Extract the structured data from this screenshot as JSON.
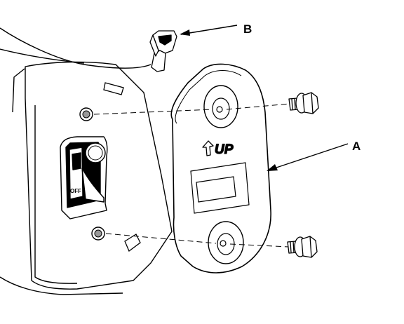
{
  "callouts": {
    "a": "A",
    "b": "B"
  },
  "part_markings": {
    "arrow_text": "UP",
    "switch_text": "OFF"
  },
  "colors": {
    "line": "#000000",
    "fill": "#ffffff",
    "shade": "#d9d9d9",
    "dark": "#000000"
  }
}
